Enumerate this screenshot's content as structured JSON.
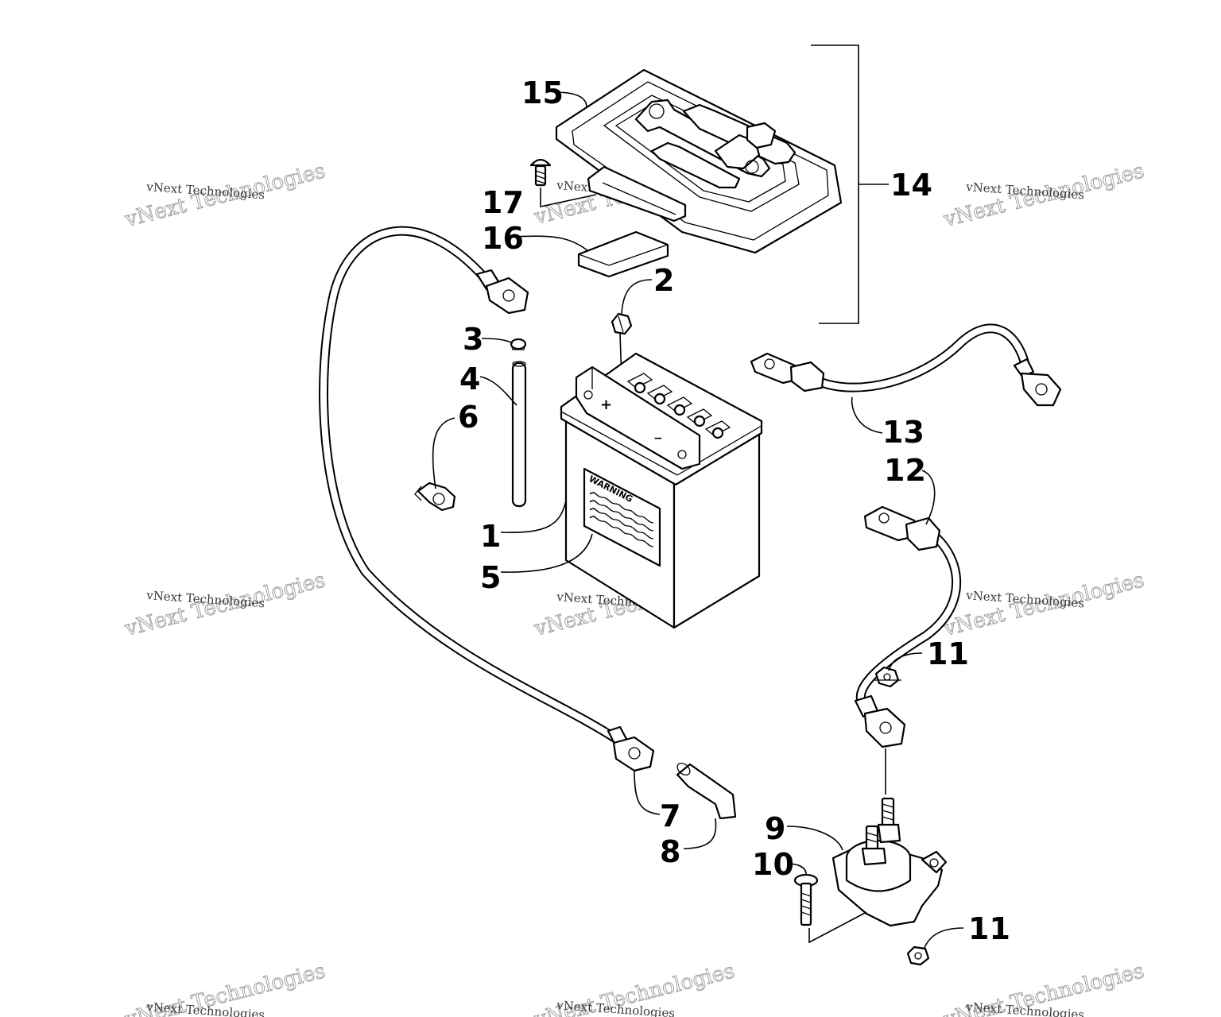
{
  "callouts": [
    {
      "id": "1",
      "label": "1"
    },
    {
      "id": "2",
      "label": "2"
    },
    {
      "id": "3",
      "label": "3"
    },
    {
      "id": "4",
      "label": "4"
    },
    {
      "id": "5",
      "label": "5"
    },
    {
      "id": "6",
      "label": "6"
    },
    {
      "id": "7",
      "label": "7"
    },
    {
      "id": "8",
      "label": "8"
    },
    {
      "id": "9",
      "label": "9"
    },
    {
      "id": "10",
      "label": "10"
    },
    {
      "id": "11a",
      "label": "11"
    },
    {
      "id": "11b",
      "label": "11"
    },
    {
      "id": "12",
      "label": "12"
    },
    {
      "id": "13",
      "label": "13"
    },
    {
      "id": "14",
      "label": "14"
    },
    {
      "id": "15",
      "label": "15"
    },
    {
      "id": "16",
      "label": "16"
    },
    {
      "id": "17",
      "label": "17"
    }
  ],
  "battery": {
    "warning_label": "WARNING",
    "plus_sign": "+",
    "minus_sign": "−"
  },
  "watermark": {
    "brand": "vNext Technologies",
    "small_text": "vNext Technologies"
  }
}
